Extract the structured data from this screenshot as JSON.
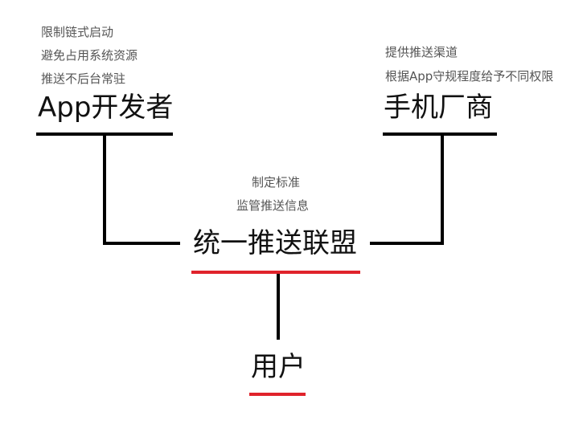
{
  "nodes": {
    "developer": {
      "title": "App开发者",
      "notes": [
        "限制链式启动",
        "避免占用系统资源",
        "推送不后台常驻"
      ]
    },
    "vendor": {
      "title": "手机厂商",
      "notes": [
        "提供推送渠道",
        "根据App守规程度给予不同权限"
      ]
    },
    "alliance": {
      "title": "统一推送联盟",
      "notes": [
        "制定标准",
        "监管推送信息"
      ]
    },
    "user": {
      "title": "用户"
    }
  },
  "colors": {
    "accent": "#e0232b",
    "line": "#000000",
    "note_text": "#555555",
    "title_text": "#111111"
  }
}
